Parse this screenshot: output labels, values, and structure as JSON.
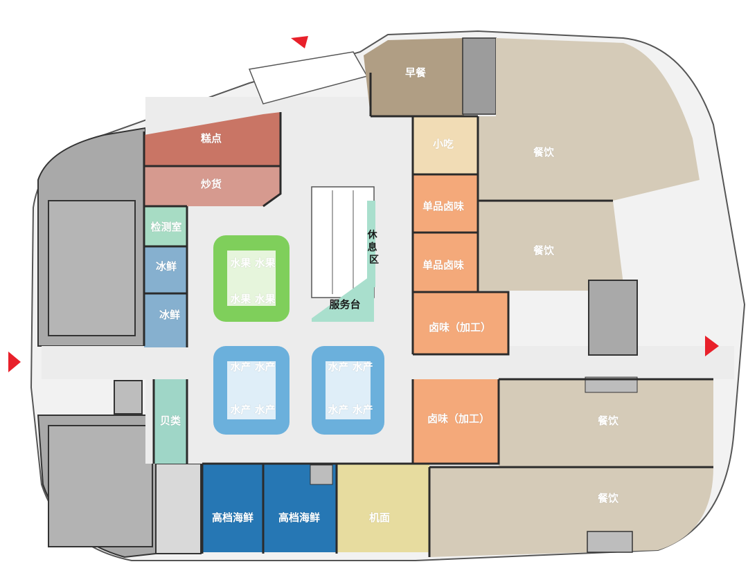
{
  "colors": {
    "pastry": "#c97565",
    "snack_fry": "#d69a8f",
    "breakfast": "#b09e84",
    "dining": "#d5cbb8",
    "snack": "#f1dcb5",
    "braised": "#f4a97a",
    "test_room": "#a7dcc4",
    "frozen": "#86b0cf",
    "shellfish": "#9fd6c7",
    "fruit": "#7fcf5b",
    "aquatic": "#6bb0dc",
    "seafood": "#2677b4",
    "noodle": "#e7dc9f",
    "service": "#a9dfcd",
    "gray_room": "#a9a9a9",
    "corridor": "#ececec",
    "marker": "#e8202a"
  },
  "rooms": {
    "pastry": "糕点",
    "snack_fry": "炒货",
    "breakfast": "早餐",
    "snack": "小吃",
    "dining_1": "餐饮",
    "dining_2": "餐饮",
    "dining_3": "餐饮",
    "dining_4": "餐饮",
    "braised_1": "单品卤味",
    "braised_2": "单品卤味",
    "braised_proc_1": "卤味（加工）",
    "braised_proc_2": "卤味（加工）",
    "test_room": "检测室",
    "frozen_1": "冰鲜",
    "frozen_2": "冰鲜",
    "shellfish": "贝类",
    "fruit_top": "水果 水果",
    "fruit_bottom": "水果 水果",
    "aquatic_l_top": "水产 水产",
    "aquatic_l_bottom": "水产 水产",
    "aquatic_r_top": "水产 水产",
    "aquatic_r_bottom": "水产 水产",
    "rest_area": "休息区",
    "service_desk": "服务台",
    "seafood_1": "高档海鲜",
    "seafood_2": "高档海鲜",
    "noodle": "机面"
  }
}
